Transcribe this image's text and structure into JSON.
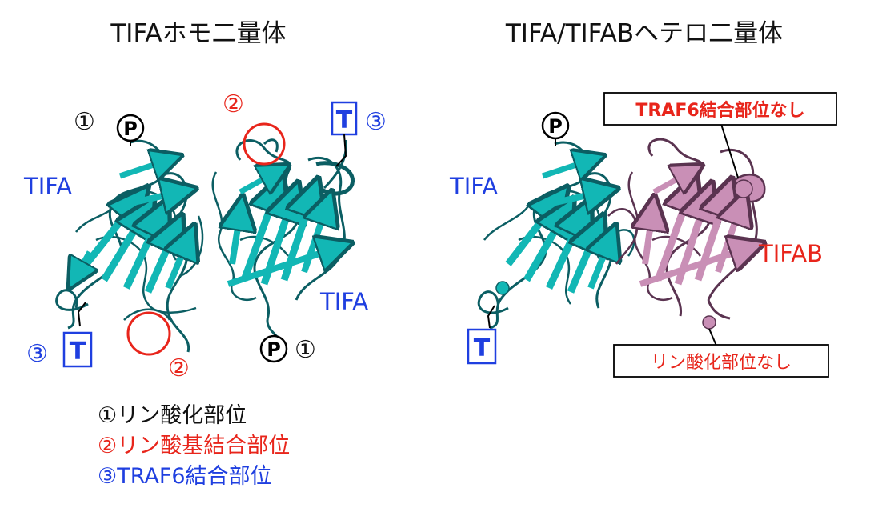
{
  "titles": {
    "left": "TIFAホモ二量体",
    "right": "TIFA/TIFABヘテロ二量体"
  },
  "labels": {
    "tifa": "TIFA",
    "tifab": "TIFAB",
    "t_box": "T",
    "p_mark": "P",
    "site1": "①",
    "site2": "②",
    "site3": "③"
  },
  "callouts": {
    "no_traf6_site": "TRAF6結合部位なし",
    "no_phospho_site": "リン酸化部位なし"
  },
  "legend": [
    {
      "text": "①リン酸化部位",
      "color": "#111111"
    },
    {
      "text": "②リン酸基結合部位",
      "color": "#e8251b"
    },
    {
      "text": "③TRAF6結合部位",
      "color": "#1f3fe0"
    }
  ],
  "colors": {
    "tifa_ribbon": "#12b7b5",
    "tifa_dark": "#0b5e63",
    "tifab_ribbon": "#c98fb6",
    "tifab_dark": "#5a3350",
    "accent_red": "#e8251b",
    "accent_blue": "#1f3fe0"
  }
}
